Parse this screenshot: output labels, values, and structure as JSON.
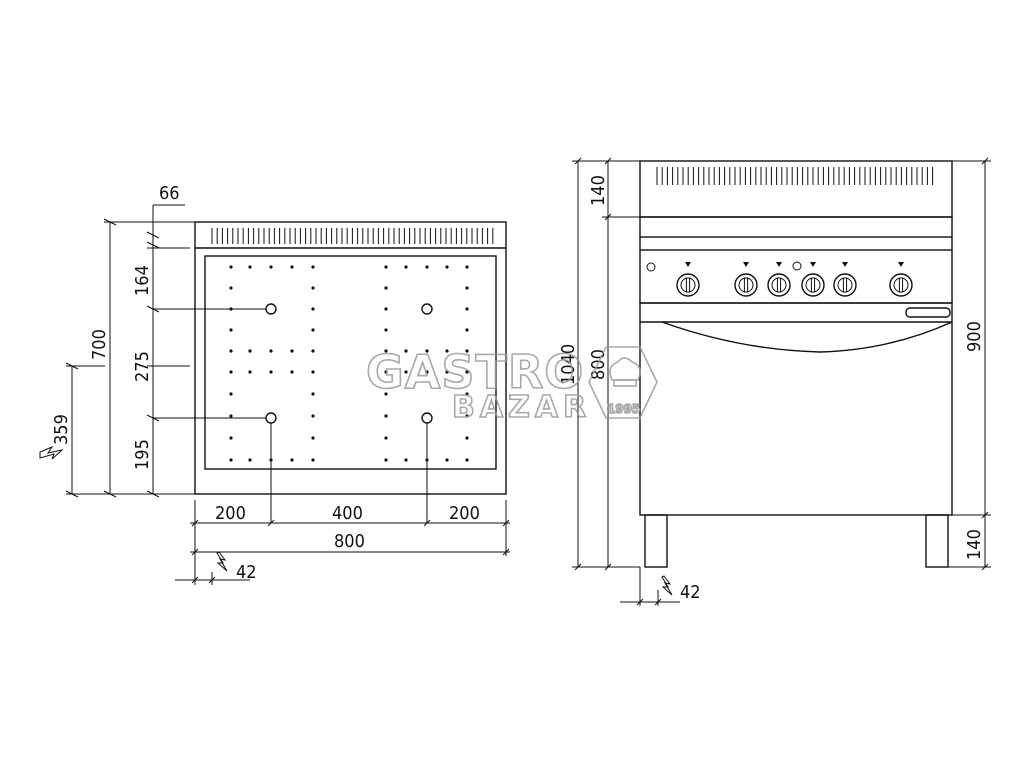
{
  "top_view": {
    "dims_vertical": [
      "66",
      "700",
      "164",
      "275",
      "195",
      "359"
    ],
    "dims_horizontal": [
      "200",
      "400",
      "200",
      "800",
      "42"
    ]
  },
  "front_view": {
    "dims_left": [
      "140",
      "1040",
      "800"
    ],
    "dims_right": [
      "900",
      "140"
    ],
    "dims_bottom": [
      "42"
    ]
  },
  "watermark": {
    "line1": "GASTRO",
    "line2": "BAZAR",
    "badge": "1995"
  },
  "colors": {
    "line": "#111111",
    "watermark": "#9a9a9a"
  }
}
